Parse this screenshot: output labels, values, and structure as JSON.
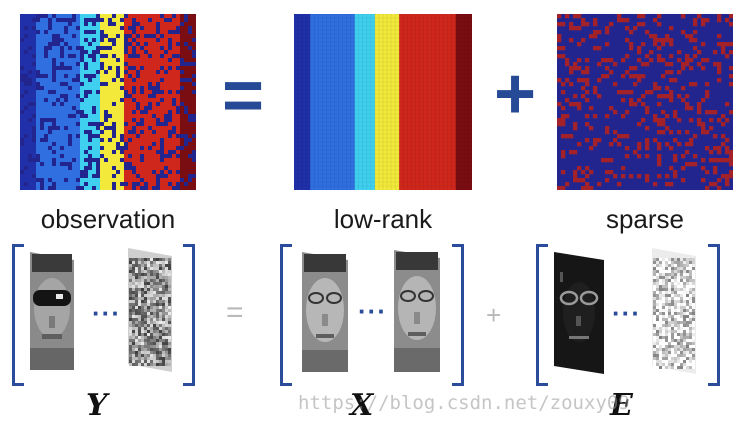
{
  "figure": {
    "top": {
      "equals_symbol": "=",
      "plus_symbol": "+",
      "captions": [
        "observation",
        "low-rank",
        "sparse"
      ]
    },
    "bottom": {
      "equals_symbol": "=",
      "plus_symbol": "+",
      "ellipsis": "···",
      "matrix_labels": [
        "Y",
        "X",
        "E"
      ]
    },
    "watermark": "https://blog.csdn.net/zouxy09"
  },
  "colors": {
    "operator": "#274a96",
    "bracket": "#2b4c9a",
    "heat_palette": [
      "#1f30a8",
      "#2f6fe0",
      "#3fd0ef",
      "#f2e93a",
      "#ee7a24",
      "#d0271c",
      "#7a0d12",
      "#23258f"
    ]
  }
}
